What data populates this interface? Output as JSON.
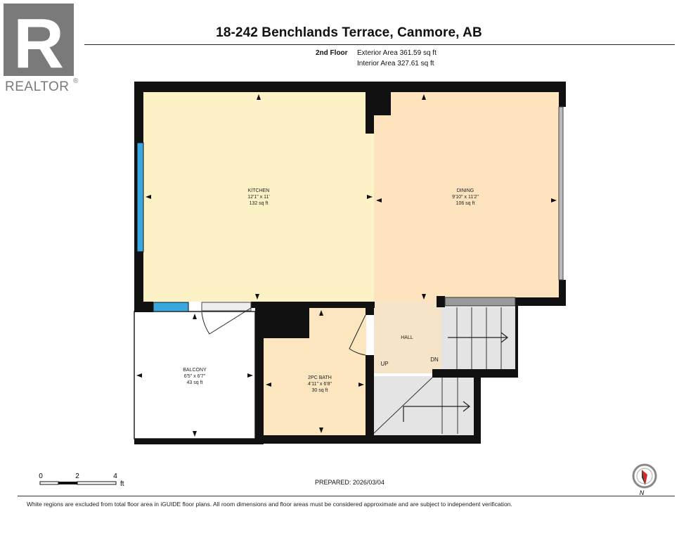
{
  "brand": {
    "name": "REALTOR",
    "mark": "®",
    "logo_letter": "R"
  },
  "header": {
    "title": "18-242 Benchlands Terrace, Canmore, AB",
    "floor": "2nd Floor",
    "exterior_area": "Exterior Area 361.59 sq ft",
    "interior_area": "Interior Area 327.61 sq ft"
  },
  "rooms": [
    {
      "name": "KITCHEN",
      "dims": "12'1\" x 11'",
      "area": "132 sq ft"
    },
    {
      "name": "DINING",
      "dims": "9'10\" x 11'2\"",
      "area": "106 sq ft"
    },
    {
      "name": "BALCONY",
      "dims": "6'5\" x 6'7\"",
      "area": "43 sq ft"
    },
    {
      "name": "2PC BATH",
      "dims": "4'11\" x 6'8\"",
      "area": "30 sq ft"
    },
    {
      "name": "HALL"
    }
  ],
  "stairs": {
    "up_label": "UP",
    "down_label": "DN"
  },
  "scale_bar": {
    "ticks": [
      "0",
      "2",
      "4"
    ],
    "unit": "ft"
  },
  "compass": {
    "label": "N"
  },
  "footer": {
    "prepared": "PREPARED: 2026/03/04",
    "disclaimer": "White regions are excluded from total floor area in iGUIDE floor plans. All room dimensions and floor areas must be considered approximate and are subject to independent verification."
  },
  "colors": {
    "kitchen_fill": "#FDF1C6",
    "dining_fill": "#FDE3BE",
    "bath_fill": "#FCE6C0",
    "hall_fill": "#F6E4C8",
    "stair_fill": "#E4E4E4",
    "wall": "#111111",
    "window": "#3AA8E0"
  }
}
